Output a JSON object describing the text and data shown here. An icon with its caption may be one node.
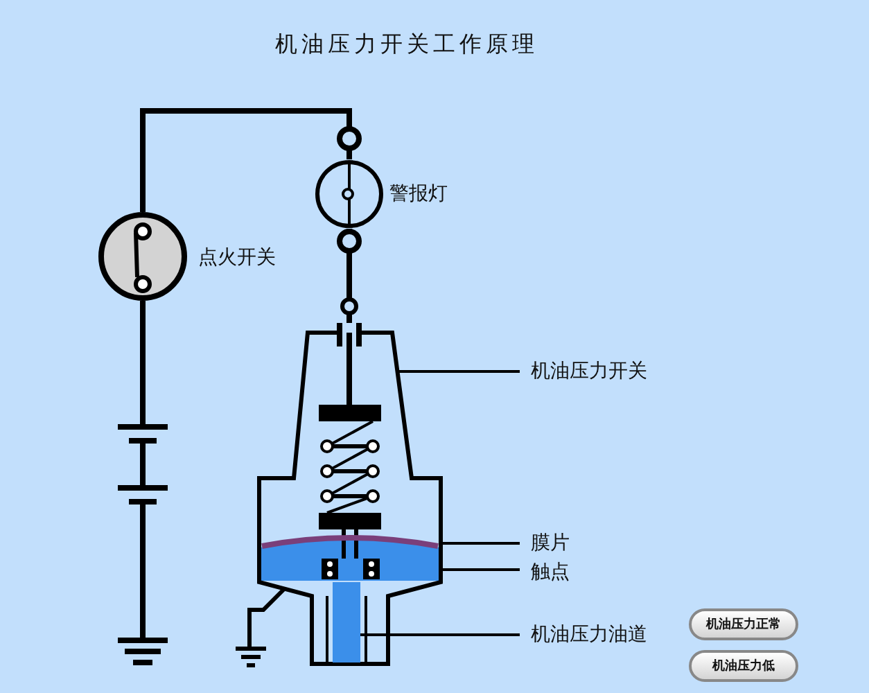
{
  "diagram": {
    "title": "机油压力开关工作原理",
    "nodes": [
      {
        "text": [],
        "shape": "circle",
        "beside": [
          "点火开关"
        ]
      },
      {
        "text": [],
        "shape": "circle",
        "beside": [
          "警报灯"
        ]
      },
      {
        "text": [],
        "shape": "picture"
      },
      {
        "text": [
          "机油压力开关"
        ]
      },
      {
        "text": [],
        "shape": "bar",
        "in": 2
      },
      {
        "text": [
          "膜片"
        ]
      },
      {
        "text": [],
        "shape": "picture",
        "in": 2
      },
      {
        "text": [
          "触点"
        ]
      },
      {
        "text": [],
        "shape": "bar",
        "in": 2
      },
      {
        "text": [
          "机油压力油道"
        ]
      },
      {
        "text": [
          "机油压力正常"
        ]
      },
      {
        "text": [
          "机油压力低"
        ]
      }
    ],
    "edges": [
      {
        "from": 0,
        "to": 1,
        "arrow": "other",
        "style": "thick"
      },
      {
        "from": 1,
        "to": 2,
        "arrow": "other",
        "style": "thick"
      },
      {
        "from": 3,
        "to": 2,
        "arrow": "none"
      },
      {
        "from": 5,
        "to": 4,
        "arrow": "none"
      },
      {
        "from": 7,
        "to": 6,
        "arrow": "none"
      },
      {
        "from": 9,
        "to": 8,
        "arrow": "none"
      }
    ]
  }
}
